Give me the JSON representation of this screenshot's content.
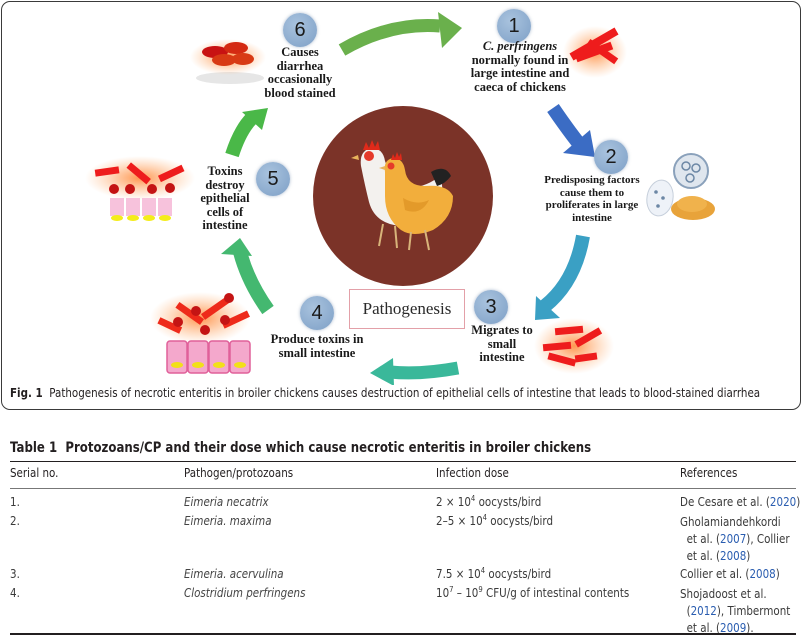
{
  "figure": {
    "center_label": "Pathogenesis",
    "steps": [
      {
        "number": "1",
        "text_italic": "C. perfringens",
        "text_lines": [
          "normally found in",
          "large intestine and",
          "caeca of chickens"
        ]
      },
      {
        "number": "2",
        "text_lines": [
          "Predisposing  factors",
          "cause them to",
          "proliferates  in  large",
          "intestine"
        ]
      },
      {
        "number": "3",
        "text_lines": [
          "Migrates to",
          "small",
          "intestine"
        ]
      },
      {
        "number": "4",
        "text_lines": [
          "Produce toxins in",
          "small intestine"
        ]
      },
      {
        "number": "5",
        "text_lines": [
          "Toxins",
          "destroy",
          "epithelial",
          "cells of",
          "intestine"
        ]
      },
      {
        "number": "6",
        "text_lines": [
          "Causes",
          "diarrhea",
          "occasionally",
          "blood stained"
        ]
      }
    ],
    "caption_label": "Fig. 1",
    "caption_text": "Pathogenesis of necrotic enteritis in broiler chickens causes destruction of epithelial cells of intestine that leads to blood-stained diarrhea",
    "colors": {
      "center_circle": "#7b3328",
      "badge": "#8fb0d4",
      "arrow_green": "#6ab04c",
      "arrow_blue": "#3b6cc4",
      "arrow_teal": "#3aa0c4",
      "arrow_seagreen": "#3bbf8a"
    }
  },
  "table": {
    "label": "Table 1",
    "title": "Protozoans/CP and their dose which cause necrotic enteritis in broiler chickens",
    "headers": [
      "Serial no.",
      "Pathogen/protozoans",
      "Infection dose",
      "References"
    ],
    "rows": [
      {
        "serial": "1.",
        "pathogen": "Eimeria necatrix",
        "dose_pre": "2 × 10",
        "dose_sup": "4",
        "dose_post": " oocysts/bird",
        "ref_lines": [
          {
            "pre": "De Cesare et al. (",
            "year": "2020",
            "post": ")"
          }
        ]
      },
      {
        "serial": "2.",
        "pathogen": "Eimeria. maxima",
        "dose_pre": "2–5 × 10",
        "dose_sup": "4",
        "dose_post": " oocysts/bird",
        "ref_lines": [
          {
            "pre": "Gholamiandehkordi",
            "year": "",
            "post": ""
          },
          {
            "pre": "et al. (",
            "year": "2007",
            "post": "), Collier"
          },
          {
            "pre": "et al. (",
            "year": "2008",
            "post": ")"
          }
        ]
      },
      {
        "serial": "3.",
        "pathogen": "Eimeria. acervulina",
        "dose_pre": "7.5 × 10",
        "dose_sup": "4",
        "dose_post": " oocysts/bird",
        "ref_lines": [
          {
            "pre": "Collier et al. (",
            "year": "2008",
            "post": ")"
          }
        ]
      },
      {
        "serial": "4.",
        "pathogen": "Clostridium perfringens",
        "dose_pre": "10",
        "dose_sup": "7",
        "dose_mid": " – 10",
        "dose_sup2": "9",
        "dose_post": " CFU/g of intestinal contents",
        "ref_lines": [
          {
            "pre": "Shojadoost et al.",
            "year": "",
            "post": ""
          },
          {
            "pre": "(",
            "year": "2012",
            "post": "), Timbermont"
          },
          {
            "pre": "et al. (",
            "year": "2009",
            "post": ")."
          }
        ]
      }
    ]
  }
}
